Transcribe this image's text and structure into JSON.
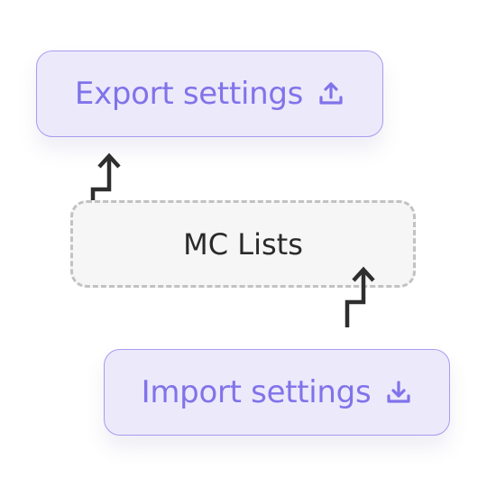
{
  "export_button": {
    "label": "Export settings",
    "icon": "upload-icon"
  },
  "import_button": {
    "label": "Import settings",
    "icon": "download-icon"
  },
  "center_box": {
    "label": "MC Lists"
  },
  "arrows": [
    "step-up-arrow-icon",
    "step-up-arrow-icon"
  ],
  "colors": {
    "accent": "#8073ea",
    "button_fill": "#ece9fb",
    "button_border": "#a79cf0",
    "dashed_border": "#c2c2c2",
    "box_fill": "#f6f6f6",
    "arrow": "#2e2e2e"
  }
}
